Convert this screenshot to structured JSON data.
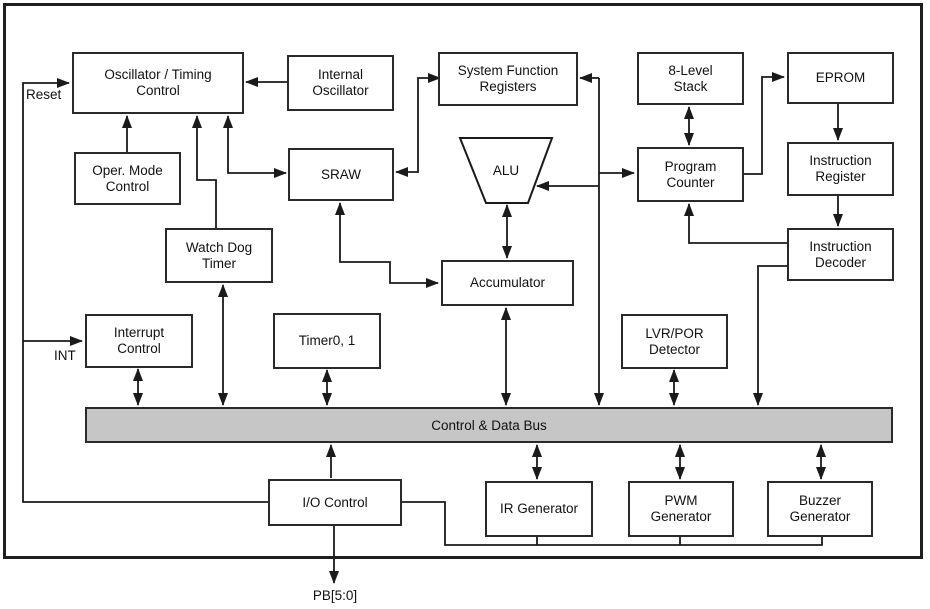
{
  "diagram": {
    "blocks": {
      "osc_timing": "Oscillator / Timing\nControl",
      "internal_osc": "Internal\nOscillator",
      "sfr": "System Function\nRegisters",
      "stack": "8-Level\nStack",
      "eprom": "EPROM",
      "oper_mode": "Oper. Mode\nControl",
      "sraw": "SRAW",
      "alu": "ALU",
      "prog_counter": "Program\nCounter",
      "instr_reg": "Instruction\nRegister",
      "wdt": "Watch Dog\nTimer",
      "accumulator": "Accumulator",
      "instr_decoder": "Instruction\nDecoder",
      "interrupt": "Interrupt\nControl",
      "timer": "Timer0, 1",
      "lvr_por": "LVR/POR\nDetector",
      "io_control": "I/O Control",
      "ir_gen": "IR Generator",
      "pwm_gen": "PWM\nGenerator",
      "buzzer_gen": "Buzzer\nGenerator"
    },
    "bus": {
      "label": "Control & Data Bus",
      "fill": "#c6c6c6"
    },
    "signals": {
      "reset": "Reset",
      "int": "INT",
      "pb": "PB[5:0]"
    },
    "colors": {
      "line": "#1a1a1a",
      "box_border": "#2a2a2a",
      "box_fill": "#ffffff",
      "background": "#ffffff"
    }
  }
}
